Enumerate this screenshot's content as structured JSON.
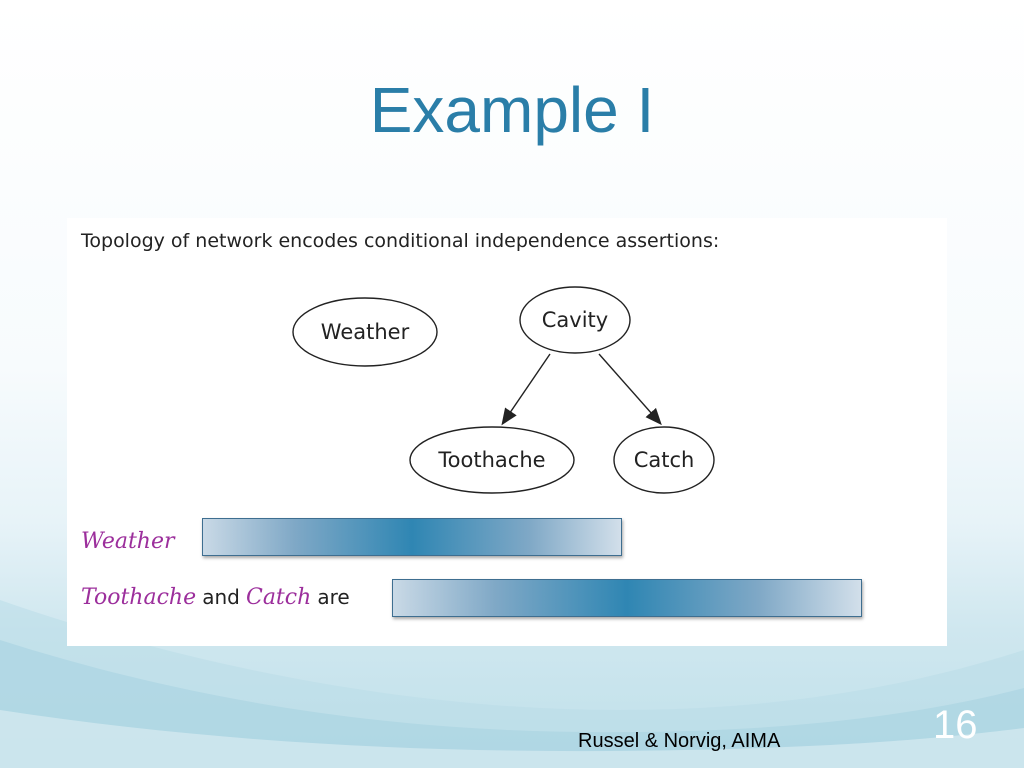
{
  "slide": {
    "title": "Example I",
    "page_number": "16",
    "footer": "Russel & Norvig, AIMA"
  },
  "figure": {
    "caption": "Topology of network encodes conditional independence assertions:",
    "nodes": {
      "weather": "Weather",
      "cavity": "Cavity",
      "toothache": "Toothache",
      "catch": "Catch"
    },
    "assertions": {
      "line1": {
        "var": "Weather"
      },
      "line2": {
        "var1": "Toothache",
        "and": "and",
        "var2": "Catch",
        "are": "are"
      }
    }
  },
  "colors": {
    "title": "#2a7ea8",
    "variable": "#9c2f9c",
    "cover_bar": "#2f86b3"
  }
}
